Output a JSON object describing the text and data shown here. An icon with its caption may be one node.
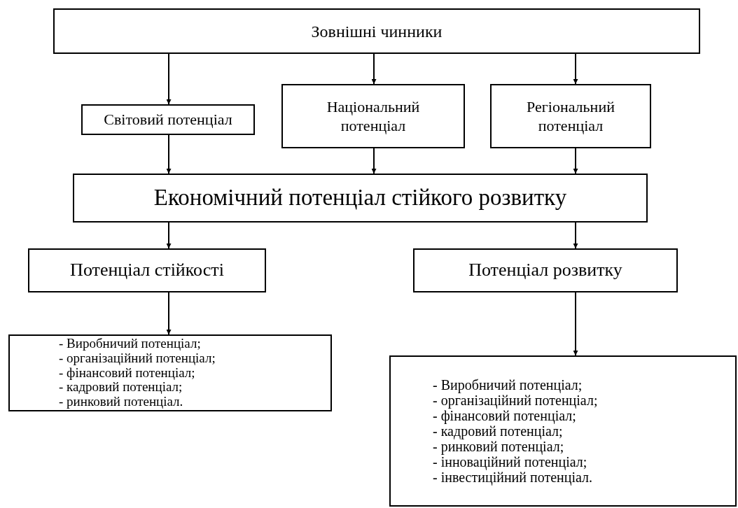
{
  "diagram": {
    "nodes": [
      {
        "text": [
          "Зовнішні чинники"
        ]
      },
      {
        "text": [
          "Світовий потенціал"
        ]
      },
      {
        "text": [
          "Національний потенціал"
        ]
      },
      {
        "text": [
          "Регіональний потенціал"
        ]
      },
      {
        "text": [
          "Економічний потенціал стійкого розвитку"
        ]
      },
      {
        "text": [
          "Потенціал стійкості"
        ]
      },
      {
        "text": [
          "Потенціал розвитку"
        ]
      },
      {
        "text": [
          "- Виробничий потенціал;",
          "- організаційний потенціал;",
          "- фінансовий потенціал;",
          "- кадровий потенціал;",
          "- ринковий потенціал."
        ]
      },
      {
        "text": [
          "- Виробничий потенціал;",
          "- організаційний потенціал;",
          "- фінансовий потенціал;",
          "- кадровий потенціал;",
          "- ринковий потенціал;",
          "- інноваційний потенціал;",
          "- інвестиційний потенціал."
        ]
      }
    ],
    "edges": [
      {
        "from": 0,
        "to": 1,
        "arrow": "to"
      },
      {
        "from": 0,
        "to": 2,
        "arrow": "to"
      },
      {
        "from": 0,
        "to": 3,
        "arrow": "to"
      },
      {
        "from": 1,
        "to": 4,
        "arrow": "to"
      },
      {
        "from": 2,
        "to": 4,
        "arrow": "to"
      },
      {
        "from": 3,
        "to": 4,
        "arrow": "to"
      },
      {
        "from": 4,
        "to": 5,
        "arrow": "to"
      },
      {
        "from": 4,
        "to": 6,
        "arrow": "to"
      },
      {
        "from": 5,
        "to": 7,
        "arrow": "to"
      },
      {
        "from": 6,
        "to": 8,
        "arrow": "to"
      }
    ]
  }
}
